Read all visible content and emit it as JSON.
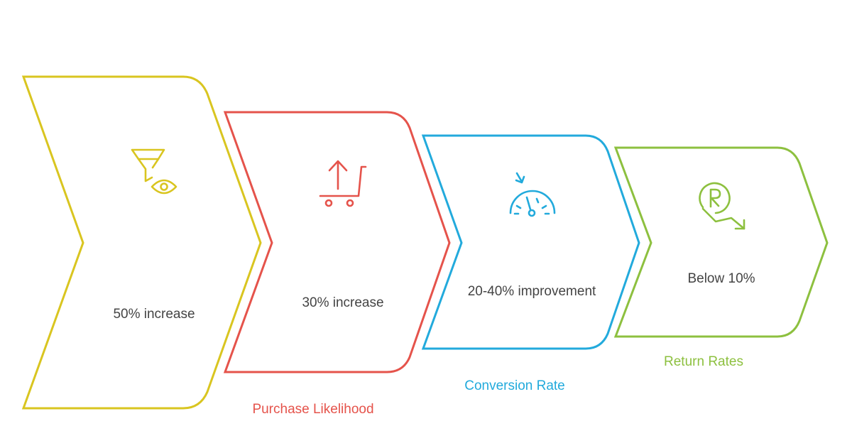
{
  "title": "Funnel stages",
  "stages": [
    {
      "id": "stage-1",
      "label": "",
      "value": "50% increase",
      "icon": "funnel-eye-icon",
      "color": "#D9C520"
    },
    {
      "id": "stage-2",
      "label": "Purchase Likelihood",
      "value": "30% increase",
      "icon": "cart-arrow-up-icon",
      "color": "#E5534B"
    },
    {
      "id": "stage-3",
      "label": "Conversion Rate",
      "value": "20-40% improvement",
      "icon": "speedometer-icon",
      "color": "#22AADC"
    },
    {
      "id": "stage-4",
      "label": "Return Rates",
      "value": "Below 10%",
      "icon": "return-decrease-icon",
      "color": "#8DC03F"
    }
  ],
  "text_color": "#444444"
}
